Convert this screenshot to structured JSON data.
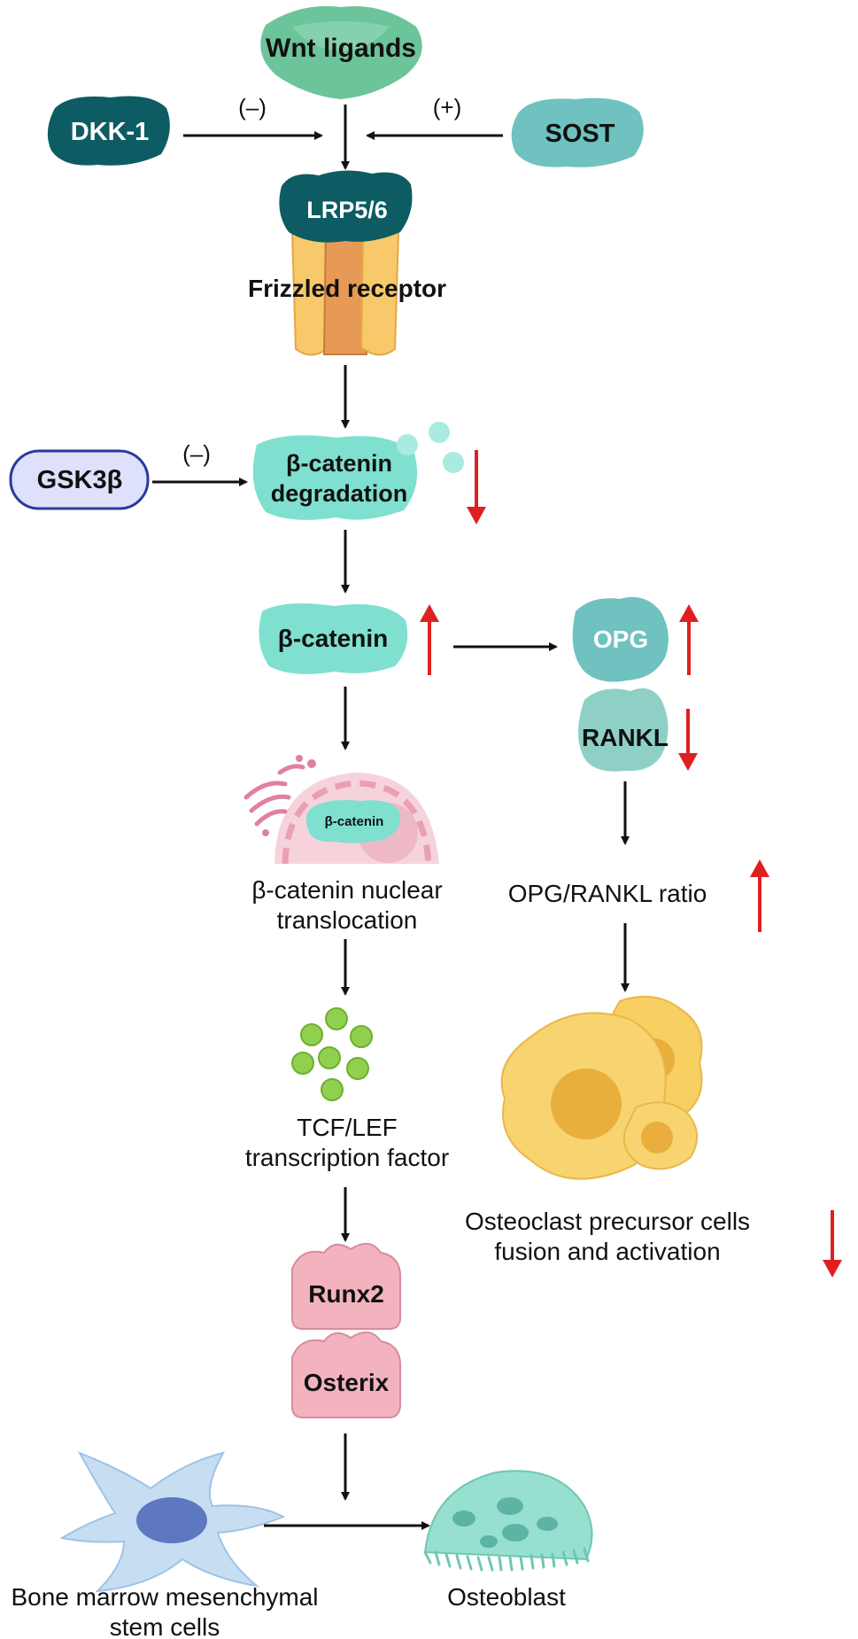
{
  "labels": {
    "wnt": "Wnt ligands",
    "dkk1": "DKK-1",
    "sost": "SOST",
    "lrp": "LRP5/6",
    "frizzled": "Frizzled receptor",
    "gsk": "GSK3β",
    "degradation_1": "β-catenin",
    "degradation_2": "degradation",
    "bcatenin": "β-catenin",
    "opg": "OPG",
    "rankl": "RANKL",
    "nucleus_inner": "β-catenin",
    "translocation_1": "β-catenin nuclear",
    "translocation_2": "translocation",
    "ratio": "OPG/RANKL ratio",
    "tcf_1": "TCF/LEF",
    "tcf_2": "transcription factor",
    "osteoclast_1": "Osteoclast precursor cells",
    "osteoclast_2": "fusion and activation",
    "runx2": "Runx2",
    "osterix": "Osterix",
    "bmsc_1": "Bone marrow mesenchymal",
    "bmsc_2": "stem cells",
    "osteoblast": "Osteoblast",
    "minus_dkk": "(–)",
    "plus_sost": "(+)",
    "minus_gsk": "(–)"
  },
  "colors": {
    "dark_teal": "#0d5c63",
    "light_teal": "#7fe0d0",
    "teal_blob": "#6fc2c0",
    "wnt_green": "#6cc49a",
    "receptor_yellow": "#f7c96a",
    "receptor_orange": "#e79a55",
    "gsk_fill": "#dde1fb",
    "gsk_stroke": "#2a3a9a",
    "nucleus_pink": "#f6d3dc",
    "pink_factor": "#f2b3bf",
    "tcf_green": "#8fd14f",
    "osteoclast_yellow": "#f7cf63",
    "msc_blue": "#c7def2",
    "osteoblast_teal": "#97dfcf",
    "red_arrow": "#e02020",
    "arrow_black": "#111111"
  }
}
